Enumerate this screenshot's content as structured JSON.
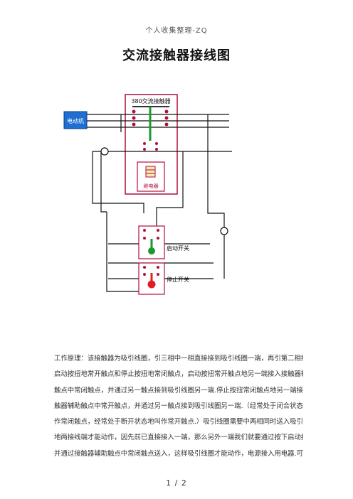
{
  "header": {
    "text": "个人收集整理-ZQ"
  },
  "title": "交流接触器接线图",
  "diagram": {
    "contactor_label": "380交流接触器",
    "motor_label": "电动机",
    "relay_label": "继电器",
    "start_label": "启动开关",
    "stop_label": "停止开关",
    "colors": {
      "frame": "#b0103a",
      "wire": "#111111",
      "coil": "#1a9a2a",
      "start": "#1a9a2a",
      "stop": "#e02020",
      "motor": "#1e6fd0"
    }
  },
  "paragraph": {
    "lines": [
      "工作原理：该接触器为吸引线圈，引三相中一相直接接到吸引线圈一端，再引第二相接入",
      "启动按扭地常开触点和停止按扭地常闭触点，启动按扭常开触点地另一端接入接触器辅助",
      "触点中常闭触点，并通过另一触点接到吸引线圈另一端.停止按扭常闭触点地另一端接入接",
      "触器辅助触点中常开触点，并通过另一触点接到吸引线圈另一端.（经常处于闭合状态地叫",
      "作常闭触点，经常处于断开状态地叫作常开触点.）吸引线圈需要中两相同时送入吸引线圈",
      "地两接线端才能动作，因先前已直接接入一端，那么另外一端我们就要通过按下启动按扭",
      "并通过接触器辅助触点中常闭触点送入，这样吸引线圈才能动作，电源接入用电器.可是当"
    ]
  },
  "footer": {
    "page": "1 / 2"
  }
}
